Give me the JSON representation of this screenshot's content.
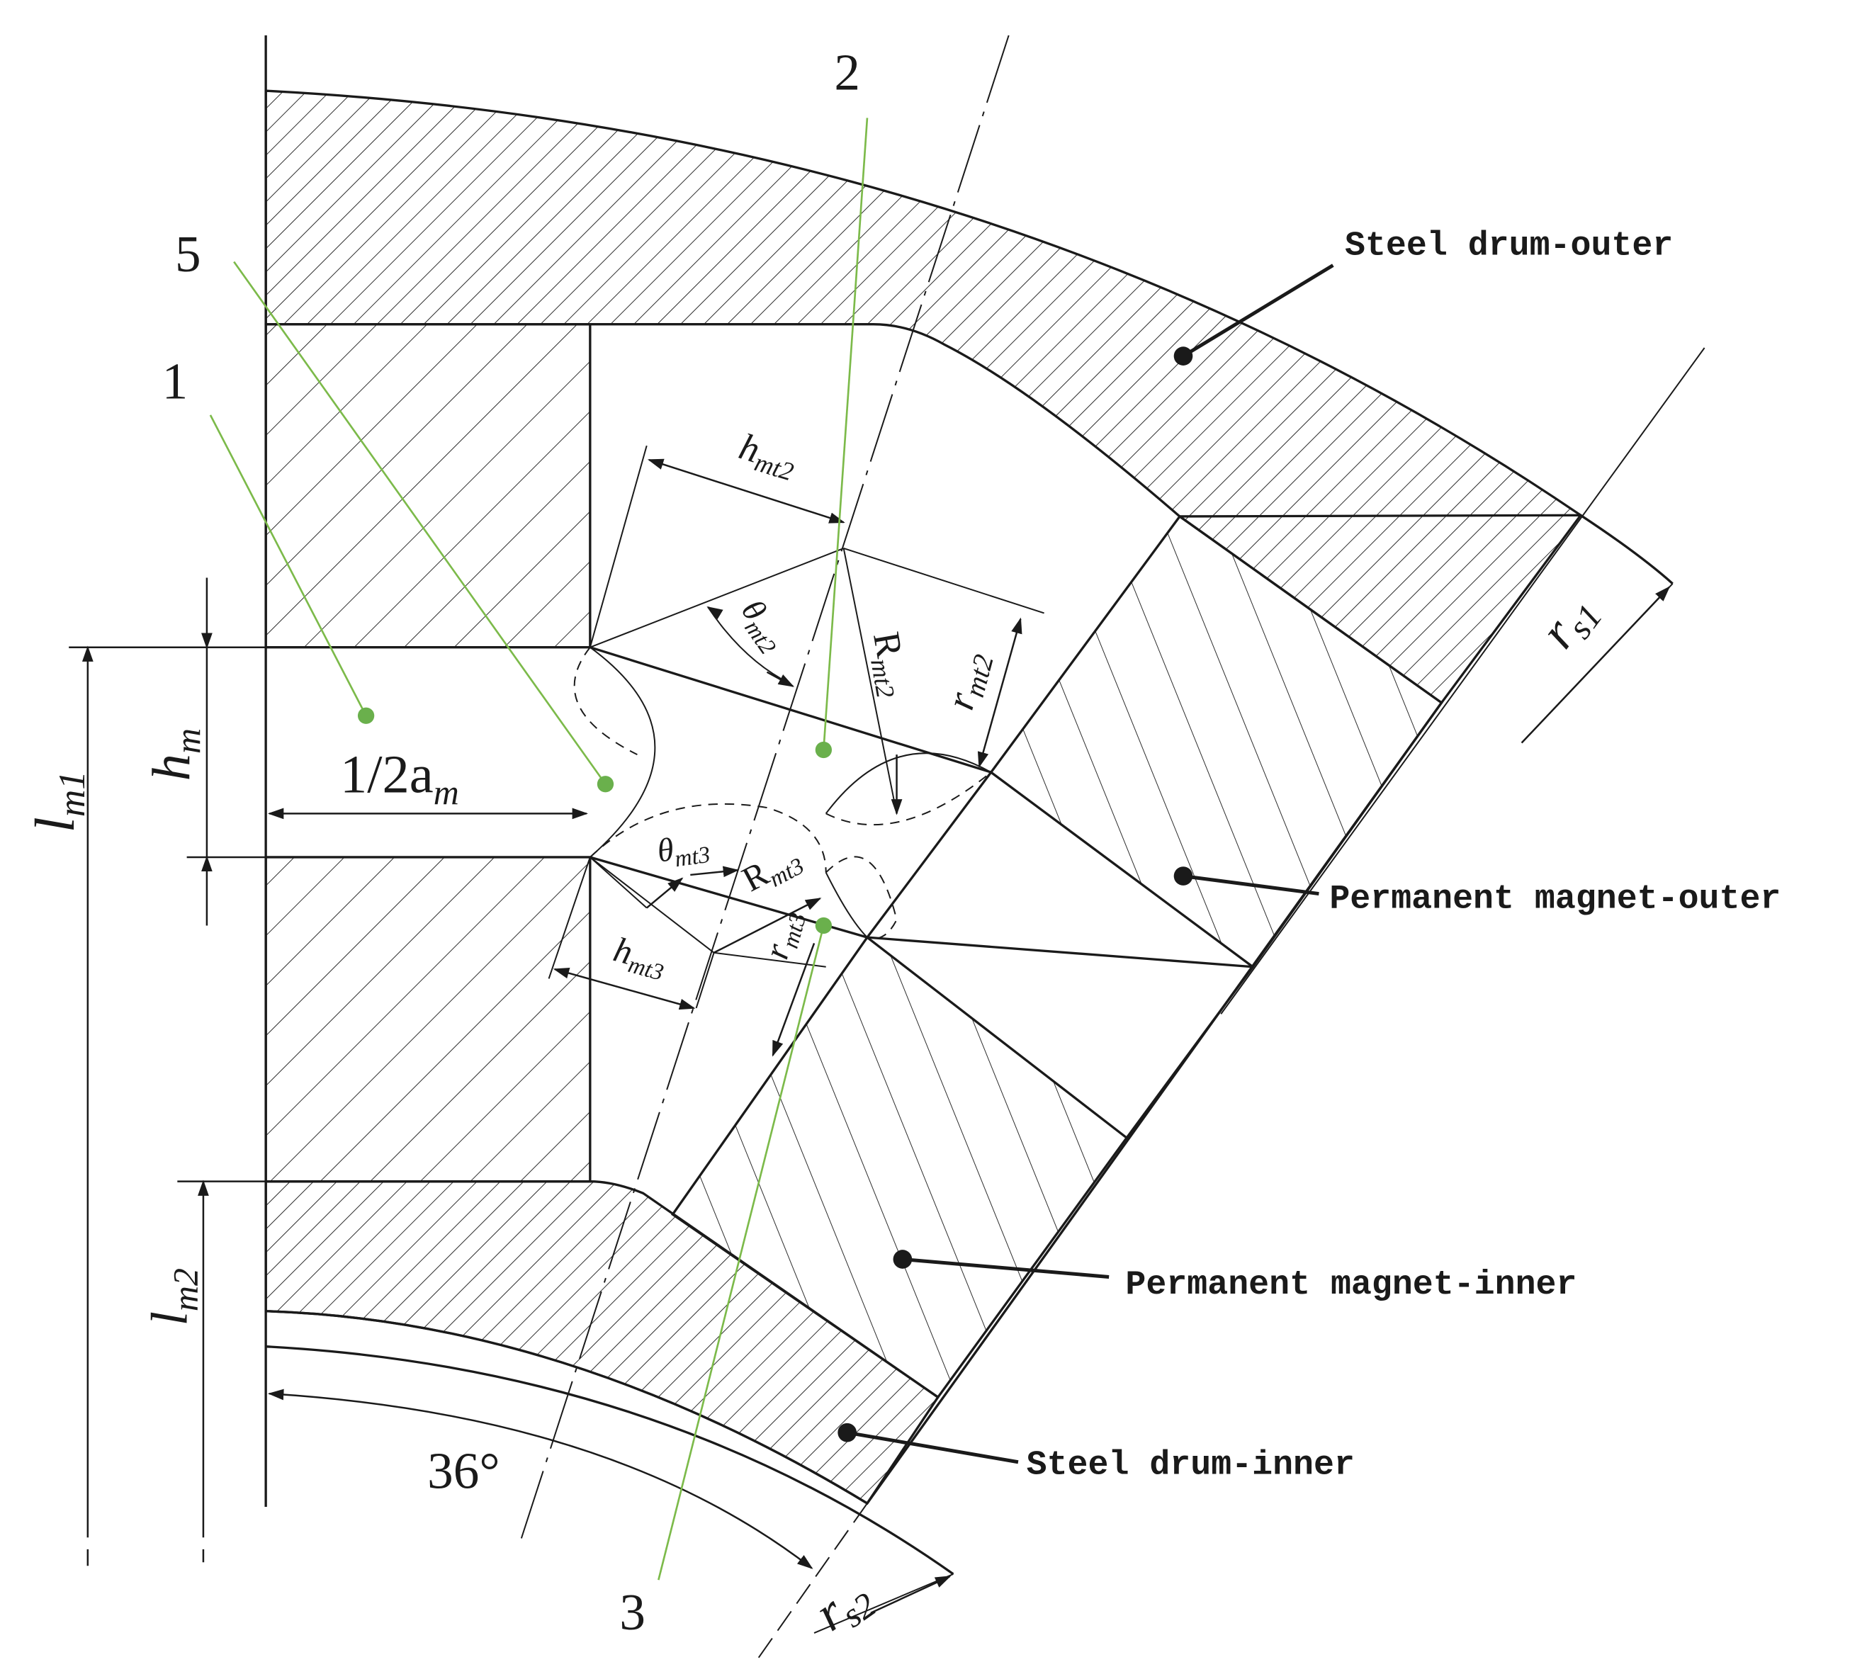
{
  "labels": {
    "steel_outer": "Steel drum-outer",
    "steel_inner": "Steel drum-inner",
    "pm_outer": "Permanent magnet-outer",
    "pm_inner": "Permanent magnet-inner"
  },
  "callouts": {
    "n1": "1",
    "n2": "2",
    "n3": "3",
    "n5": "5"
  },
  "dimensions": {
    "l_m1": {
      "base": "l",
      "sub": "m1"
    },
    "l_m2": {
      "base": "l",
      "sub": "m2"
    },
    "h_m": {
      "base": "h",
      "sub": "m"
    },
    "half_a_m": {
      "base": "1/2a",
      "sub": "m"
    },
    "h_mt2": {
      "base": "h",
      "sub": "mt2"
    },
    "theta_mt2": {
      "base": "θ",
      "sub": "mt2"
    },
    "R_mt2": {
      "base": "R",
      "sub": "mt2"
    },
    "r_mt2": {
      "base": "r",
      "sub": "mt2"
    },
    "theta_mt3": {
      "base": "θ",
      "sub": "mt3"
    },
    "R_mt3": {
      "base": "R",
      "sub": "mt3"
    },
    "r_mt3": {
      "base": "r",
      "sub": "mt3"
    },
    "h_mt3": {
      "base": "h",
      "sub": "mt3"
    },
    "r_s1": {
      "base": "r",
      "sub": "s1"
    },
    "r_s2": {
      "base": "r",
      "sub": "s2"
    },
    "angle": "36°"
  },
  "colors": {
    "line": "#1a1a1a",
    "leader": "#7cba4a",
    "dot": "#6ab04c",
    "background": "#ffffff"
  }
}
